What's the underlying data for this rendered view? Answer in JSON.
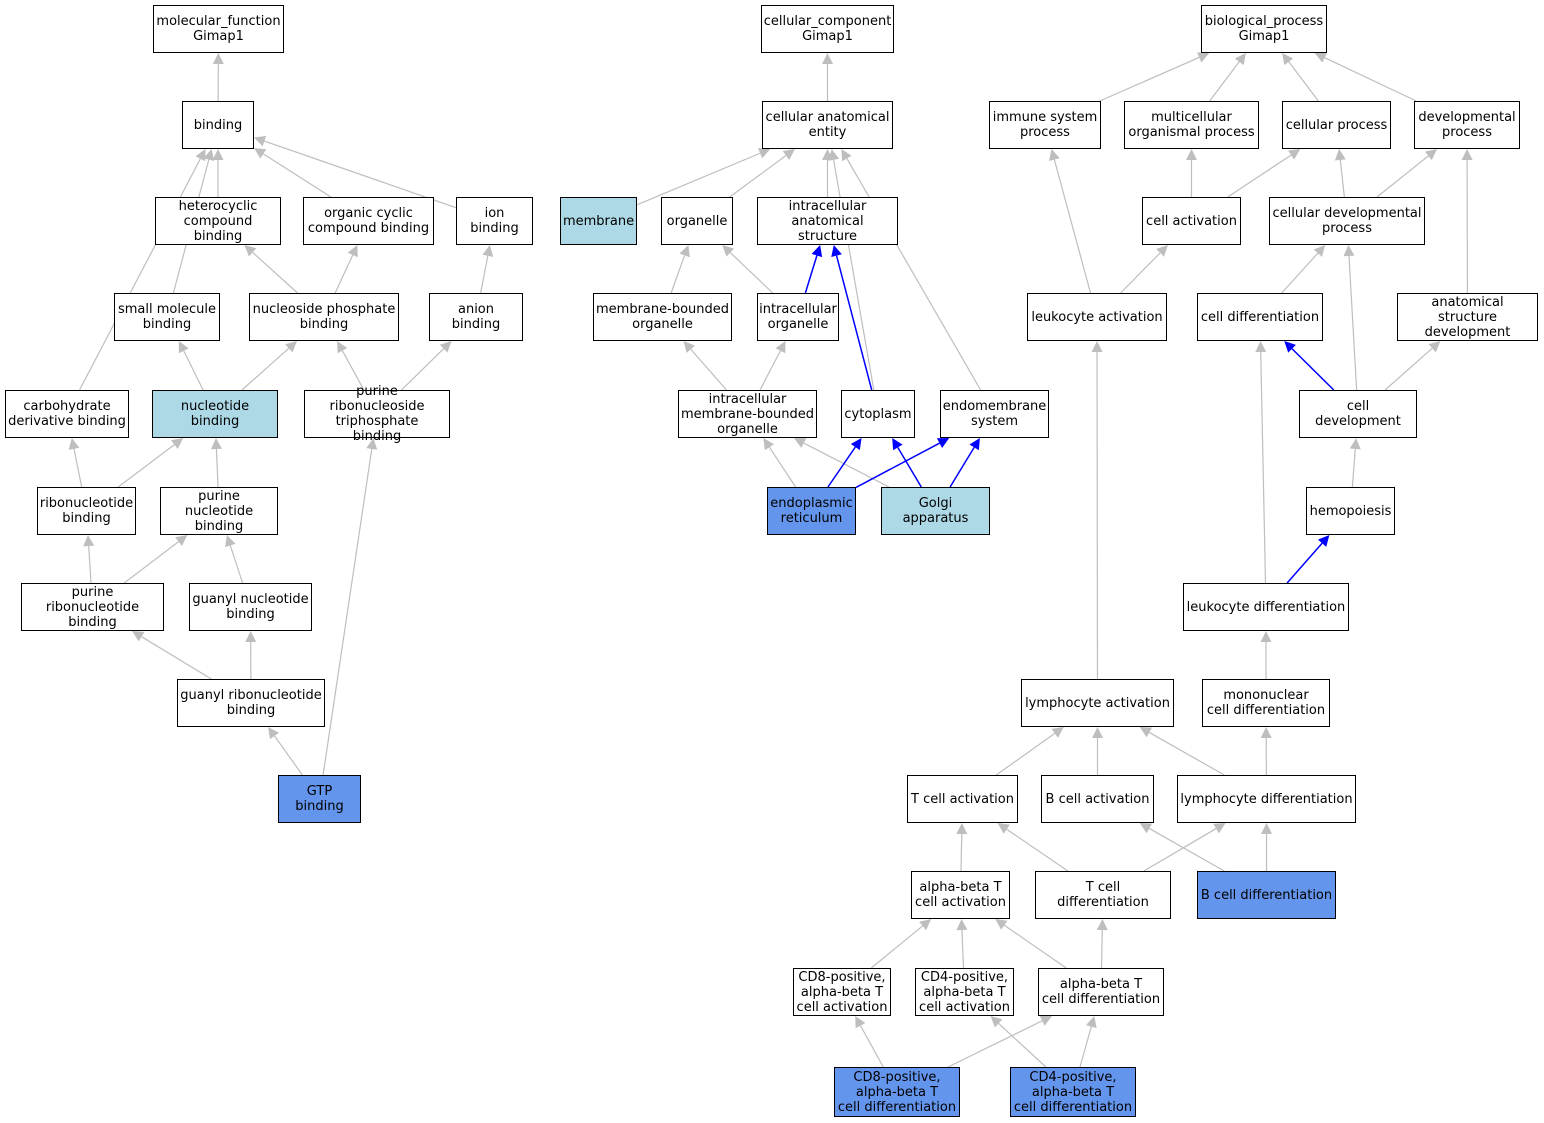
{
  "colors": {
    "edge_default": "#bebebe",
    "edge_highlight": "#0000ff",
    "fill_light": "#add8e6",
    "fill_dark": "#6495ed"
  },
  "nodes": [
    {
      "id": "mf",
      "label": "molecular_function\nGimap1",
      "fill": "none"
    },
    {
      "id": "binding",
      "label": "binding",
      "fill": "none"
    },
    {
      "id": "hetero",
      "label": "heterocyclic\ncompound binding",
      "fill": "none"
    },
    {
      "id": "orgcyc",
      "label": "organic cyclic\ncompound binding",
      "fill": "none"
    },
    {
      "id": "ion",
      "label": "ion binding",
      "fill": "none"
    },
    {
      "id": "smallmol",
      "label": "small molecule\nbinding",
      "fill": "none"
    },
    {
      "id": "nucphos",
      "label": "nucleoside phosphate\nbinding",
      "fill": "none"
    },
    {
      "id": "anion",
      "label": "anion binding",
      "fill": "none"
    },
    {
      "id": "carbo",
      "label": "carbohydrate\nderivative binding",
      "fill": "none"
    },
    {
      "id": "nucbind",
      "label": "nucleotide binding",
      "fill": "light"
    },
    {
      "id": "purtri",
      "label": "purine ribonucleoside\ntriphosphate\nbinding",
      "fill": "none"
    },
    {
      "id": "ribonuc",
      "label": "ribonucleotide\nbinding",
      "fill": "none"
    },
    {
      "id": "purnuc",
      "label": "purine nucleotide\nbinding",
      "fill": "none"
    },
    {
      "id": "purribo",
      "label": "purine ribonucleotide\nbinding",
      "fill": "none"
    },
    {
      "id": "guanyl",
      "label": "guanyl nucleotide\nbinding",
      "fill": "none"
    },
    {
      "id": "guanribo",
      "label": "guanyl ribonucleotide\nbinding",
      "fill": "none"
    },
    {
      "id": "gtp",
      "label": "GTP binding",
      "fill": "dark"
    },
    {
      "id": "cc",
      "label": "cellular_component\nGimap1",
      "fill": "none"
    },
    {
      "id": "cae",
      "label": "cellular anatomical\nentity",
      "fill": "none"
    },
    {
      "id": "membrane",
      "label": "membrane",
      "fill": "light"
    },
    {
      "id": "organelle",
      "label": "organelle",
      "fill": "none"
    },
    {
      "id": "ias",
      "label": "intracellular\nanatomical structure",
      "fill": "none"
    },
    {
      "id": "mbo",
      "label": "membrane-bounded\norganelle",
      "fill": "none"
    },
    {
      "id": "io",
      "label": "intracellular\norganelle",
      "fill": "none"
    },
    {
      "id": "imbo",
      "label": "intracellular\nmembrane-bounded\norganelle",
      "fill": "none"
    },
    {
      "id": "cyto",
      "label": "cytoplasm",
      "fill": "none"
    },
    {
      "id": "endo",
      "label": "endomembrane\nsystem",
      "fill": "none"
    },
    {
      "id": "er",
      "label": "endoplasmic\nreticulum",
      "fill": "dark"
    },
    {
      "id": "golgi",
      "label": "Golgi apparatus",
      "fill": "light"
    },
    {
      "id": "bp",
      "label": "biological_process\nGimap1",
      "fill": "none"
    },
    {
      "id": "isp",
      "label": "immune system\nprocess",
      "fill": "none"
    },
    {
      "id": "mop",
      "label": "multicellular\norganismal process",
      "fill": "none"
    },
    {
      "id": "cp",
      "label": "cellular process",
      "fill": "none"
    },
    {
      "id": "dp",
      "label": "developmental\nprocess",
      "fill": "none"
    },
    {
      "id": "ca",
      "label": "cell activation",
      "fill": "none"
    },
    {
      "id": "cdp",
      "label": "cellular developmental\nprocess",
      "fill": "none"
    },
    {
      "id": "la",
      "label": "leukocyte activation",
      "fill": "none"
    },
    {
      "id": "cdiff",
      "label": "cell differentiation",
      "fill": "none"
    },
    {
      "id": "asd",
      "label": "anatomical structure\ndevelopment",
      "fill": "none"
    },
    {
      "id": "cdev",
      "label": "cell development",
      "fill": "none"
    },
    {
      "id": "hemo",
      "label": "hemopoiesis",
      "fill": "none"
    },
    {
      "id": "ld",
      "label": "leukocyte differentiation",
      "fill": "none"
    },
    {
      "id": "lymact",
      "label": "lymphocyte activation",
      "fill": "none"
    },
    {
      "id": "mcd",
      "label": "mononuclear\ncell differentiation",
      "fill": "none"
    },
    {
      "id": "tca",
      "label": "T cell activation",
      "fill": "none"
    },
    {
      "id": "bca",
      "label": "B cell activation",
      "fill": "none"
    },
    {
      "id": "lymdiff",
      "label": "lymphocyte differentiation",
      "fill": "none"
    },
    {
      "id": "abtca",
      "label": "alpha-beta T\ncell activation",
      "fill": "none"
    },
    {
      "id": "tcd",
      "label": "T cell differentiation",
      "fill": "none"
    },
    {
      "id": "bcd",
      "label": "B cell differentiation",
      "fill": "dark"
    },
    {
      "id": "cd8a",
      "label": "CD8-positive,\nalpha-beta T\ncell activation",
      "fill": "none"
    },
    {
      "id": "cd4a",
      "label": "CD4-positive,\nalpha-beta T\ncell activation",
      "fill": "none"
    },
    {
      "id": "abtcd",
      "label": "alpha-beta T\ncell differentiation",
      "fill": "none"
    },
    {
      "id": "cd8d",
      "label": "CD8-positive,\nalpha-beta T\ncell differentiation",
      "fill": "dark"
    },
    {
      "id": "cd4d",
      "label": "CD4-positive,\nalpha-beta T\ncell differentiation",
      "fill": "dark"
    }
  ],
  "edges": [
    {
      "from": "binding",
      "to": "mf"
    },
    {
      "from": "hetero",
      "to": "binding"
    },
    {
      "from": "orgcyc",
      "to": "binding"
    },
    {
      "from": "ion",
      "to": "binding"
    },
    {
      "from": "smallmol",
      "to": "binding"
    },
    {
      "from": "carbo",
      "to": "binding"
    },
    {
      "from": "nucphos",
      "to": "hetero"
    },
    {
      "from": "nucphos",
      "to": "orgcyc"
    },
    {
      "from": "anion",
      "to": "ion"
    },
    {
      "from": "nucbind",
      "to": "smallmol"
    },
    {
      "from": "nucbind",
      "to": "nucphos"
    },
    {
      "from": "purtri",
      "to": "nucphos"
    },
    {
      "from": "purtri",
      "to": "anion"
    },
    {
      "from": "ribonuc",
      "to": "carbo"
    },
    {
      "from": "ribonuc",
      "to": "nucbind"
    },
    {
      "from": "purnuc",
      "to": "nucbind"
    },
    {
      "from": "purribo",
      "to": "ribonuc"
    },
    {
      "from": "purribo",
      "to": "purnuc"
    },
    {
      "from": "guanyl",
      "to": "purnuc"
    },
    {
      "from": "guanribo",
      "to": "purribo"
    },
    {
      "from": "guanribo",
      "to": "guanyl"
    },
    {
      "from": "gtp",
      "to": "guanribo"
    },
    {
      "from": "gtp",
      "to": "purtri"
    },
    {
      "from": "cae",
      "to": "cc"
    },
    {
      "from": "membrane",
      "to": "cae"
    },
    {
      "from": "organelle",
      "to": "cae"
    },
    {
      "from": "ias",
      "to": "cae"
    },
    {
      "from": "cyto",
      "to": "cae"
    },
    {
      "from": "endo",
      "to": "cae"
    },
    {
      "from": "mbo",
      "to": "organelle"
    },
    {
      "from": "io",
      "to": "organelle"
    },
    {
      "from": "io",
      "to": "ias",
      "hl": true
    },
    {
      "from": "cyto",
      "to": "ias",
      "hl": true
    },
    {
      "from": "imbo",
      "to": "mbo"
    },
    {
      "from": "imbo",
      "to": "io"
    },
    {
      "from": "er",
      "to": "imbo"
    },
    {
      "from": "golgi",
      "to": "imbo"
    },
    {
      "from": "er",
      "to": "cyto",
      "hl": true
    },
    {
      "from": "er",
      "to": "endo",
      "hl": true
    },
    {
      "from": "golgi",
      "to": "cyto",
      "hl": true
    },
    {
      "from": "golgi",
      "to": "endo",
      "hl": true
    },
    {
      "from": "isp",
      "to": "bp"
    },
    {
      "from": "mop",
      "to": "bp"
    },
    {
      "from": "cp",
      "to": "bp"
    },
    {
      "from": "dp",
      "to": "bp"
    },
    {
      "from": "ca",
      "to": "mop"
    },
    {
      "from": "ca",
      "to": "cp"
    },
    {
      "from": "cdp",
      "to": "cp"
    },
    {
      "from": "cdp",
      "to": "dp"
    },
    {
      "from": "asd",
      "to": "dp"
    },
    {
      "from": "la",
      "to": "isp"
    },
    {
      "from": "la",
      "to": "ca"
    },
    {
      "from": "cdiff",
      "to": "cdp"
    },
    {
      "from": "cdev",
      "to": "cdp"
    },
    {
      "from": "cdev",
      "to": "cdiff",
      "hl": true
    },
    {
      "from": "cdev",
      "to": "asd"
    },
    {
      "from": "hemo",
      "to": "cdev"
    },
    {
      "from": "ld",
      "to": "hemo",
      "hl": true
    },
    {
      "from": "ld",
      "to": "cdiff"
    },
    {
      "from": "mcd",
      "to": "ld"
    },
    {
      "from": "lymact",
      "to": "la"
    },
    {
      "from": "tca",
      "to": "lymact"
    },
    {
      "from": "bca",
      "to": "lymact"
    },
    {
      "from": "lymdiff",
      "to": "lymact"
    },
    {
      "from": "lymdiff",
      "to": "mcd"
    },
    {
      "from": "abtca",
      "to": "tca"
    },
    {
      "from": "tcd",
      "to": "tca"
    },
    {
      "from": "tcd",
      "to": "lymdiff"
    },
    {
      "from": "bcd",
      "to": "bca"
    },
    {
      "from": "bcd",
      "to": "lymdiff"
    },
    {
      "from": "cd8a",
      "to": "abtca"
    },
    {
      "from": "cd4a",
      "to": "abtca"
    },
    {
      "from": "abtcd",
      "to": "abtca"
    },
    {
      "from": "abtcd",
      "to": "tcd"
    },
    {
      "from": "cd8d",
      "to": "cd8a"
    },
    {
      "from": "cd8d",
      "to": "abtcd"
    },
    {
      "from": "cd4d",
      "to": "cd4a"
    },
    {
      "from": "cd4d",
      "to": "abtcd"
    }
  ]
}
